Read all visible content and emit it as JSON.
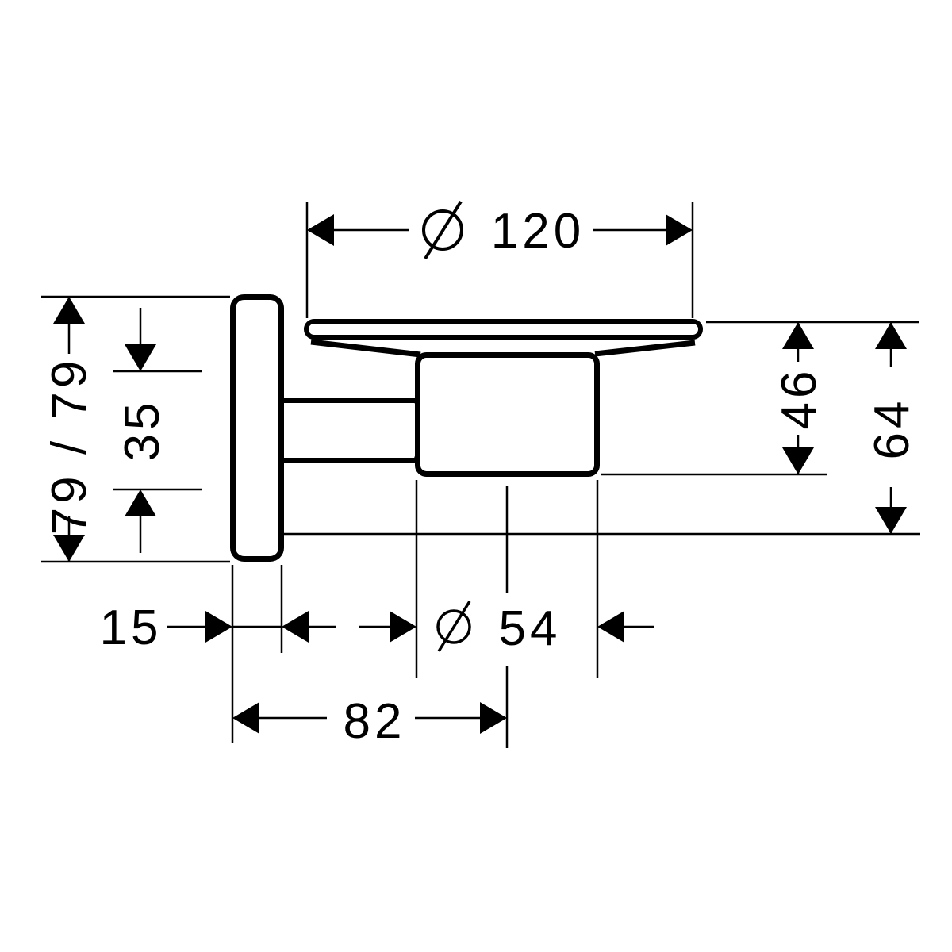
{
  "colors": {
    "background": "#ffffff",
    "line": "#000000"
  },
  "dimensions": {
    "dish_diameter": {
      "symbol": "Ø",
      "value": "120"
    },
    "backplate_height": {
      "value": "79 / 79"
    },
    "backplate_inner": {
      "value": "35"
    },
    "cup_drop": {
      "value": "46"
    },
    "overall_drop": {
      "value": "64"
    },
    "backplate_depth": {
      "value": "15"
    },
    "cup_diameter": {
      "symbol": "Ø",
      "value": "54"
    },
    "wall_projection": {
      "value": "82"
    }
  }
}
